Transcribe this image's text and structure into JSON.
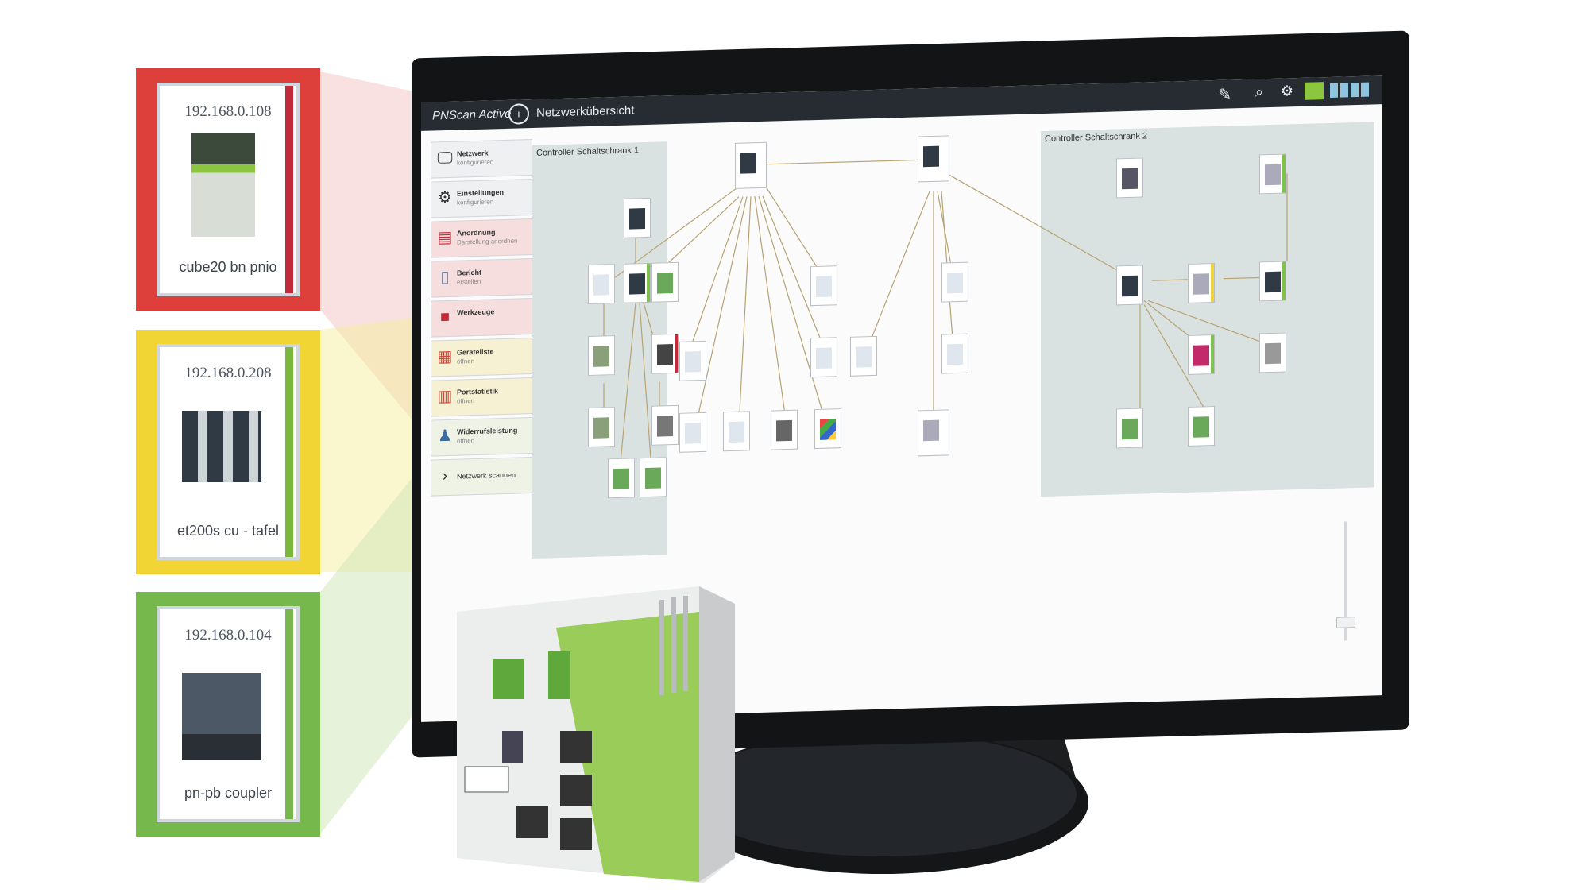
{
  "callouts": [
    {
      "ip": "192.168.0.108",
      "name": "cube20 bn pnio",
      "frame_color": "#dd3f3b",
      "bar_color": "#c22a3a"
    },
    {
      "ip": "192.168.0.208",
      "name": "et200s cu - tafel",
      "frame_color": "#f0d535",
      "bar_color": "#7ab83b"
    },
    {
      "ip": "192.168.0.104",
      "name": "pn-pb coupler",
      "frame_color": "#76b84b",
      "bar_color": "#76b84b"
    }
  ],
  "app": {
    "title": "PNScan Active",
    "view": "Netzwerkübersicht"
  },
  "sidebar": {
    "items": [
      {
        "label": "Netzwerk",
        "sub": "konfigurieren",
        "icon": "monitor-icon",
        "tint": "#eef0f2"
      },
      {
        "label": "Einstellungen",
        "sub": "konfigurieren",
        "icon": "gear-icon",
        "tint": "#eef0f2"
      },
      {
        "label": "Anordnung",
        "sub": "Darstellung anordnen",
        "icon": "devices-icon",
        "tint": "#f6dede"
      },
      {
        "label": "Bericht",
        "sub": "erstellen",
        "icon": "report-icon",
        "tint": "#f6dede"
      },
      {
        "label": "Werkzeuge",
        "sub": "",
        "icon": "toolbox-icon",
        "tint": "#f6dede"
      },
      {
        "label": "Geräteliste",
        "sub": "öffnen",
        "icon": "list-icon",
        "tint": "#f7f1d4"
      },
      {
        "label": "Portstatistik",
        "sub": "öffnen",
        "icon": "stats-icon",
        "tint": "#f7f1d4"
      },
      {
        "label": "Widerrufsleistung",
        "sub": "öffnen",
        "icon": "user-icon",
        "tint": "#eef3e6"
      },
      {
        "label": "Netzwerk scannen",
        "sub": "",
        "icon": "play-icon",
        "tint": "#eef3e6"
      }
    ]
  },
  "zones": {
    "left": "Controller Schaltschrank 1",
    "right": "Controller Schaltschrank 2"
  },
  "colors": {
    "bezel": "#121416",
    "titlebar": "#272c33",
    "device_green": "#8cc63f"
  }
}
